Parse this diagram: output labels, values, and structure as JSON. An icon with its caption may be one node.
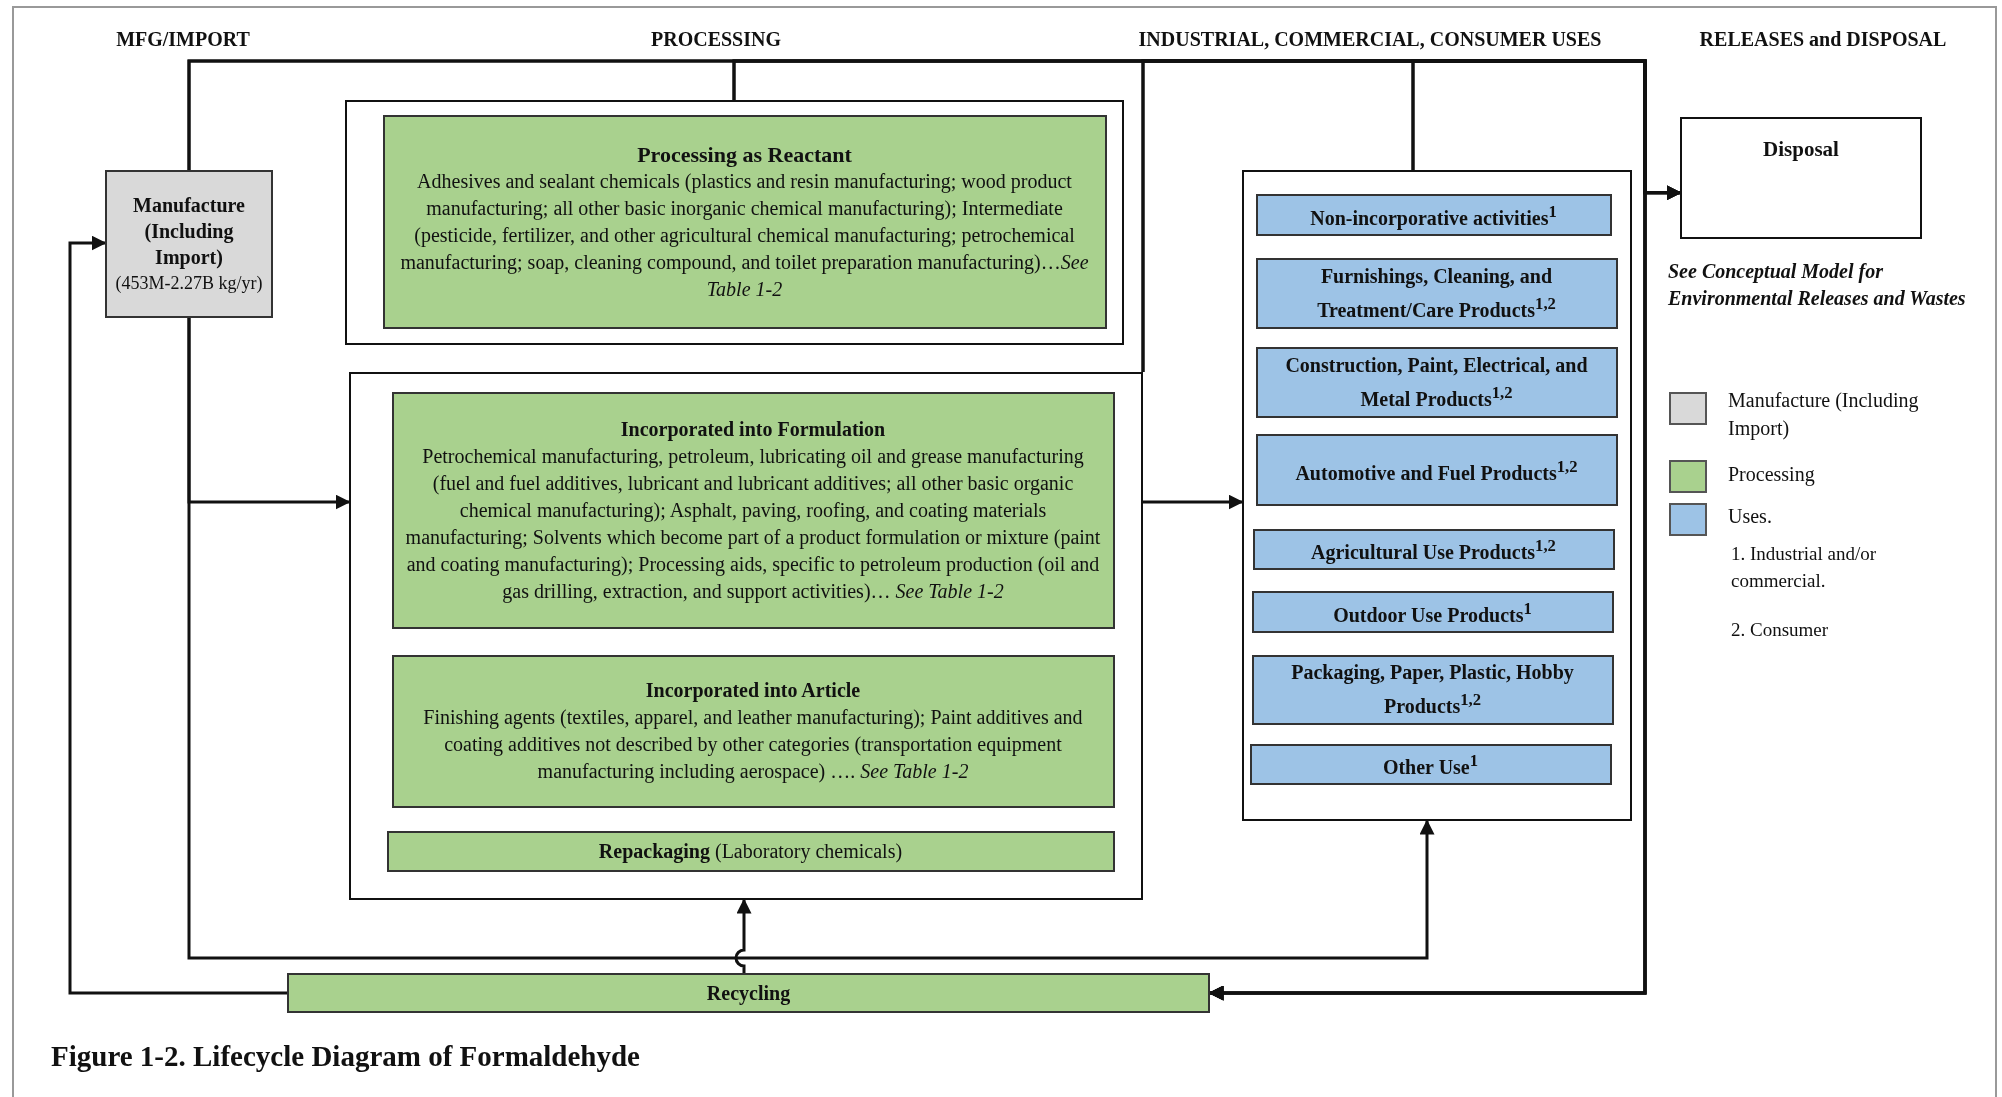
{
  "diagram": {
    "caption": "Figure 1-2. Lifecycle Diagram of Formaldehyde",
    "nodes": [
      {
        "text": [
          "Manufacture (Including Import)",
          "(453M-2.27B kg/yr)"
        ]
      },
      {
        "text": [],
        "shape": "box"
      },
      {
        "text": [
          "Processing as Reactant",
          "Adhesives and sealant chemicals (plastics and resin manufacturing; wood product manufacturing; all other basic inorganic chemical manufacturing); Intermediate (pesticide, fertilizer, and other agricultural chemical manufacturing; petrochemical manufacturing; soap, cleaning compound, and toilet preparation manufacturing)…*See Table 1-2*"
        ],
        "in": 1
      },
      {
        "text": [],
        "shape": "box"
      },
      {
        "text": [
          "Incorporated into Formulation",
          "Petrochemical manufacturing, petroleum, lubricating oil and grease manufacturing (fuel and fuel additives, lubricant and lubricant additives; all other basic organic chemical manufacturing); Asphalt, paving, roofing, and coating materials manufacturing; Solvents which become part of a product formulation or mixture (paint and coating manufacturing); Processing aids, specific to petroleum production (oil and gas drilling, extraction, and support activities)… *See Table 1-2*"
        ],
        "in": 3
      },
      {
        "text": [
          "Incorporated into Article",
          "Finishing agents (textiles, apparel, and leather manufacturing); Paint additives and coating additives not described by other categories (transportation equipment manufacturing including aerospace) …. *See Table 1-2*"
        ],
        "in": 3
      },
      {
        "text": [
          "**Repackaging** (Laboratory chemicals)"
        ],
        "in": 3
      },
      {
        "text": [],
        "shape": "box"
      },
      {
        "text": [
          "Non-incorporative activities$^{1}$"
        ],
        "in": 7
      },
      {
        "text": [
          "Furnishings, Cleaning, and Treatment/Care Products$^{1,2}$"
        ],
        "in": 7
      },
      {
        "text": [
          "Construction, Paint, Electrical, and Metal Products$^{1,2}$"
        ],
        "in": 7
      },
      {
        "text": [
          "Automotive and Fuel Products$^{1,2}$"
        ],
        "in": 7
      },
      {
        "text": [
          "Agricultural Use Products$^{1,2}$"
        ],
        "in": 7
      },
      {
        "text": [
          "Outdoor Use Products$^{1}$"
        ],
        "in": 7
      },
      {
        "text": [
          "Packaging, Paper, Plastic, Hobby Products$^{1,2}$"
        ],
        "in": 7
      },
      {
        "text": [
          "Other Use$^{1}$"
        ],
        "in": 7
      },
      {
        "text": [
          "Disposal"
        ]
      },
      {
        "text": [
          "Recycling"
        ]
      }
    ],
    "edges": [
      {
        "from": 0,
        "to": 3,
        "arrow": "to"
      },
      {
        "from": 0,
        "to": 7,
        "arrow": "to"
      },
      {
        "from": 0,
        "to": 16,
        "arrow": "to"
      },
      {
        "from": 0,
        "to": 17,
        "arrow": "to"
      },
      {
        "from": 1,
        "to": 16,
        "arrow": "to"
      },
      {
        "from": 1,
        "to": 17,
        "arrow": "to"
      },
      {
        "from": 3,
        "to": 16,
        "arrow": "to"
      },
      {
        "from": 3,
        "to": 17,
        "arrow": "to"
      },
      {
        "from": 3,
        "to": 7,
        "arrow": "to"
      },
      {
        "from": 7,
        "to": 16,
        "arrow": "to"
      },
      {
        "from": 7,
        "to": 17,
        "arrow": "to"
      },
      {
        "from": 17,
        "to": 0,
        "arrow": "to"
      },
      {
        "from": 17,
        "to": 3,
        "arrow": "to"
      }
    ],
    "labels": [
      "MFG/IMPORT",
      "PROCESSING",
      "INDUSTRIAL, COMMERCIAL, CONSUMER USES",
      "RELEASES and DISPOSAL",
      "See Conceptual Model for Environmental Releases and Wastes",
      "1. Industrial and/or commercial.",
      "2. Consumer"
    ],
    "legend": [
      {
        "text": "Manufacture (Including Import)",
        "color": "#d9d9d9"
      },
      {
        "text": "Processing",
        "color": "#a9d18e"
      },
      {
        "text": "Uses.",
        "color": "#9dc3e6"
      }
    ]
  }
}
